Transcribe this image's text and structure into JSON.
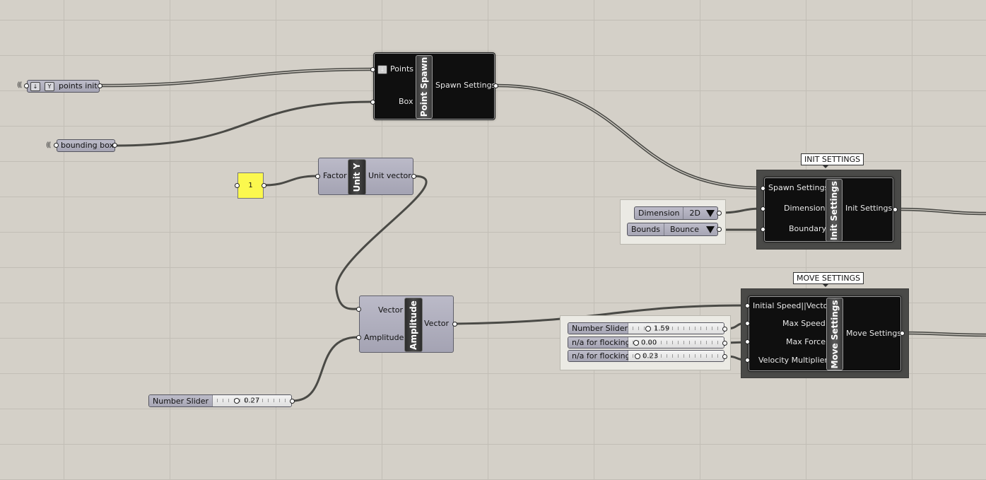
{
  "canvas": {
    "background": "#d4d0c8",
    "grid_color": "#c2beb6"
  },
  "params": {
    "points_init": {
      "label": "points init",
      "icons": [
        "flatten-arrow-icon",
        "graft-filter-icon"
      ]
    },
    "bounding_box": {
      "label": "bounding box"
    }
  },
  "point_spawn": {
    "title": "Point Spawn",
    "inputs": [
      "Points",
      "Box"
    ],
    "output": "Spawn Settings"
  },
  "unit_y": {
    "title": "Unit Y",
    "input": "Factor",
    "output": "Unit vector"
  },
  "panel_one": {
    "value": "1"
  },
  "amplitude": {
    "title": "Amplitude",
    "inputs": [
      "Vector",
      "Amplitude"
    ],
    "output": "Vector"
  },
  "slider_amp": {
    "name": "Number Slider",
    "value": "0.27",
    "fraction": 0.27
  },
  "init_settings": {
    "sticker": "INIT SETTINGS",
    "title": "Init Settings",
    "inputs": [
      "Spawn Settings",
      "Dimension",
      "Boundary"
    ],
    "output": "Init Settings",
    "dimension_list": {
      "name": "Dimension",
      "value": "2D"
    },
    "bounds_list": {
      "name": "Bounds",
      "value": "Bounce"
    }
  },
  "move_settings": {
    "sticker": "MOVE SETTINGS",
    "title": "Move Settings",
    "inputs": [
      "Initial Speed||Vector",
      "Max Speed",
      "Max Force",
      "Velocity Multiplier"
    ],
    "output": "Move Settings",
    "sliders": [
      {
        "name": "Number Slider",
        "value": "1.59",
        "fraction": 0.16
      },
      {
        "name": "n/a for flocking",
        "value": "0.00",
        "fraction": 0.0
      },
      {
        "name": "n/a for flocking",
        "value": "0.23",
        "fraction": 0.02
      }
    ]
  }
}
